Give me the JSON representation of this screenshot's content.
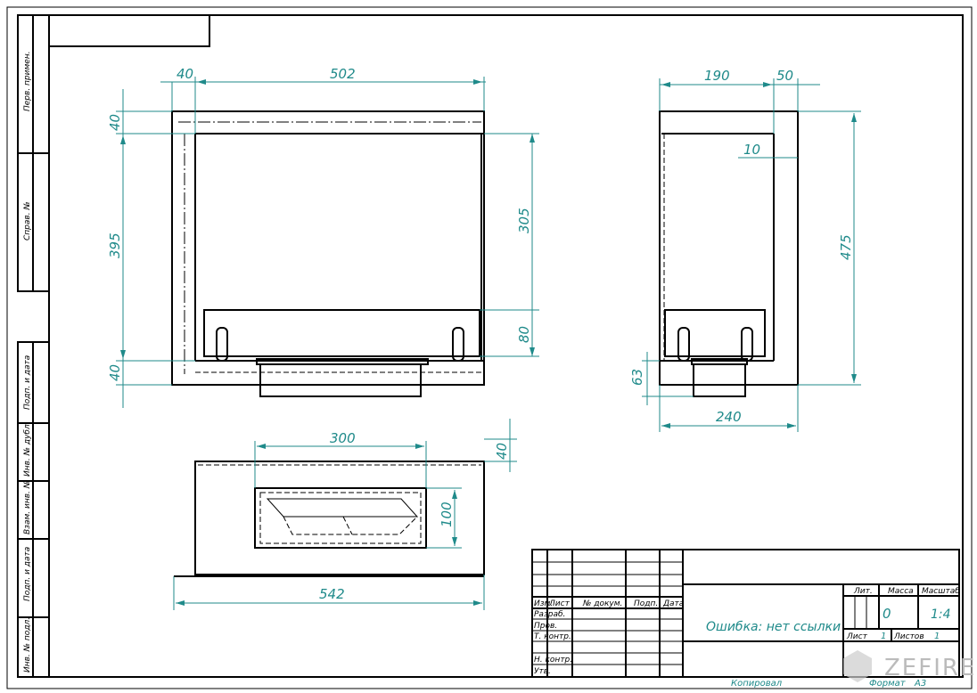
{
  "dimensions": {
    "front_left_40": "40",
    "front_width_502": "502",
    "front_top_40": "40",
    "front_height_395": "395",
    "front_bottom_40": "40",
    "front_305": "305",
    "front_80": "80",
    "side_190": "190",
    "side_50": "50",
    "side_10": "10",
    "side_475": "475",
    "side_63": "63",
    "side_240": "240",
    "top_300": "300",
    "top_40": "40",
    "top_100": "100",
    "top_542": "542"
  },
  "margin_labels": [
    "Перв. примен.",
    "Справ. №",
    "Подп. и дата",
    "Инв. № дубл.",
    "Взам. инв. №",
    "Подп. и дата",
    "Инв. № подл."
  ],
  "title_block": {
    "headers": [
      "Изм.",
      "Лист",
      "№ докум.",
      "Подп.",
      "Дата"
    ],
    "rows": [
      "Разраб.",
      "Пров.",
      "Т. контр.",
      "Н. контр.",
      "Утв."
    ],
    "title": "Ошибка: нет ссылки",
    "lit_label": "Лит.",
    "mass_label": "Масса",
    "scale_label": "Масштаб",
    "mass_value": "0",
    "scale_value": "1:4",
    "sheet_label": "Лист",
    "sheet_value": "1",
    "sheets_label": "Листов",
    "sheets_value": "1",
    "copied": "Копировал",
    "format_label": "Формат",
    "format_value": "A3"
  },
  "watermark": "ZEFIRE"
}
